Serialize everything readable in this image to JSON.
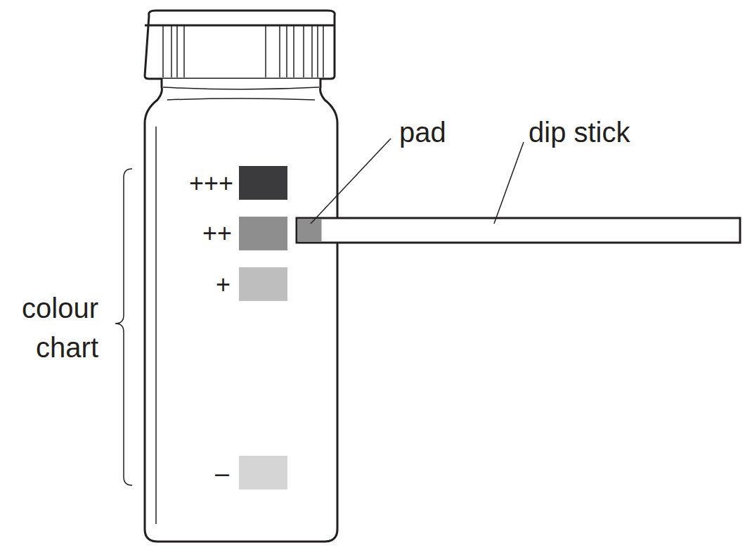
{
  "diagram": {
    "labels": [
      "+++",
      "++",
      "+",
      "–",
      "colour chart",
      "pad",
      "dip stick"
    ]
  }
}
